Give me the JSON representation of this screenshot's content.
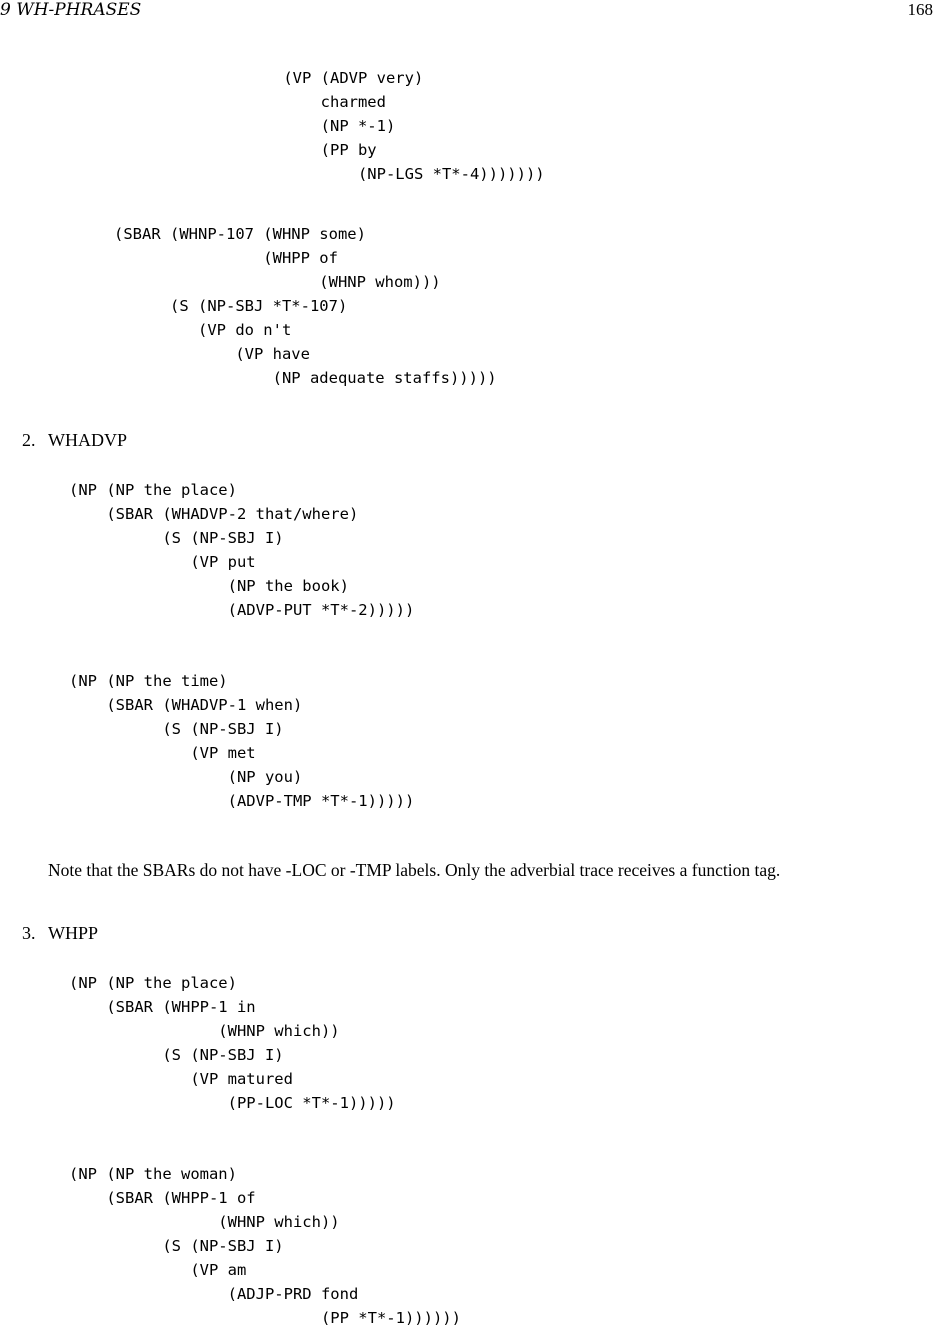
{
  "header": {
    "chapter": "9   WH-PHRASES",
    "page_number": "168"
  },
  "blocks": {
    "b1": "       (VP (ADVP very)\n           charmed\n           (NP *-1)\n           (PP by\n               (NP-LGS *T*-4)))))))",
    "b2": "(SBAR (WHNP-107 (WHNP some)\n                (WHPP of\n                      (WHNP whom)))\n      (S (NP-SBJ *T*-107)\n         (VP do n't\n             (VP have\n                 (NP adequate staffs)))))",
    "b3": "(NP (NP the place)\n    (SBAR (WHADVP-2 that/where)\n          (S (NP-SBJ I)\n             (VP put\n                 (NP the book)\n                 (ADVP-PUT *T*-2)))))",
    "b4": "(NP (NP the time)\n    (SBAR (WHADVP-1 when)\n          (S (NP-SBJ I)\n             (VP met\n                 (NP you)\n                 (ADVP-TMP *T*-1)))))",
    "b5": "(NP (NP the place)\n    (SBAR (WHPP-1 in\n                (WHNP which))\n          (S (NP-SBJ I)\n             (VP matured\n                 (PP-LOC *T*-1)))))",
    "b6": "(NP (NP the woman)\n    (SBAR (WHPP-1 of\n                (WHNP which))\n          (S (NP-SBJ I)\n             (VP am\n                 (ADJP-PRD fond\n                           (PP *T*-1))))))"
  },
  "sections": {
    "whadvp": {
      "number": "2.",
      "title": "WHADVP"
    },
    "whpp": {
      "number": "3.",
      "title": "WHPP"
    }
  },
  "note": "Note that the SBARs do not have -LOC or -TMP labels. Only the adverbial trace receives a function tag."
}
